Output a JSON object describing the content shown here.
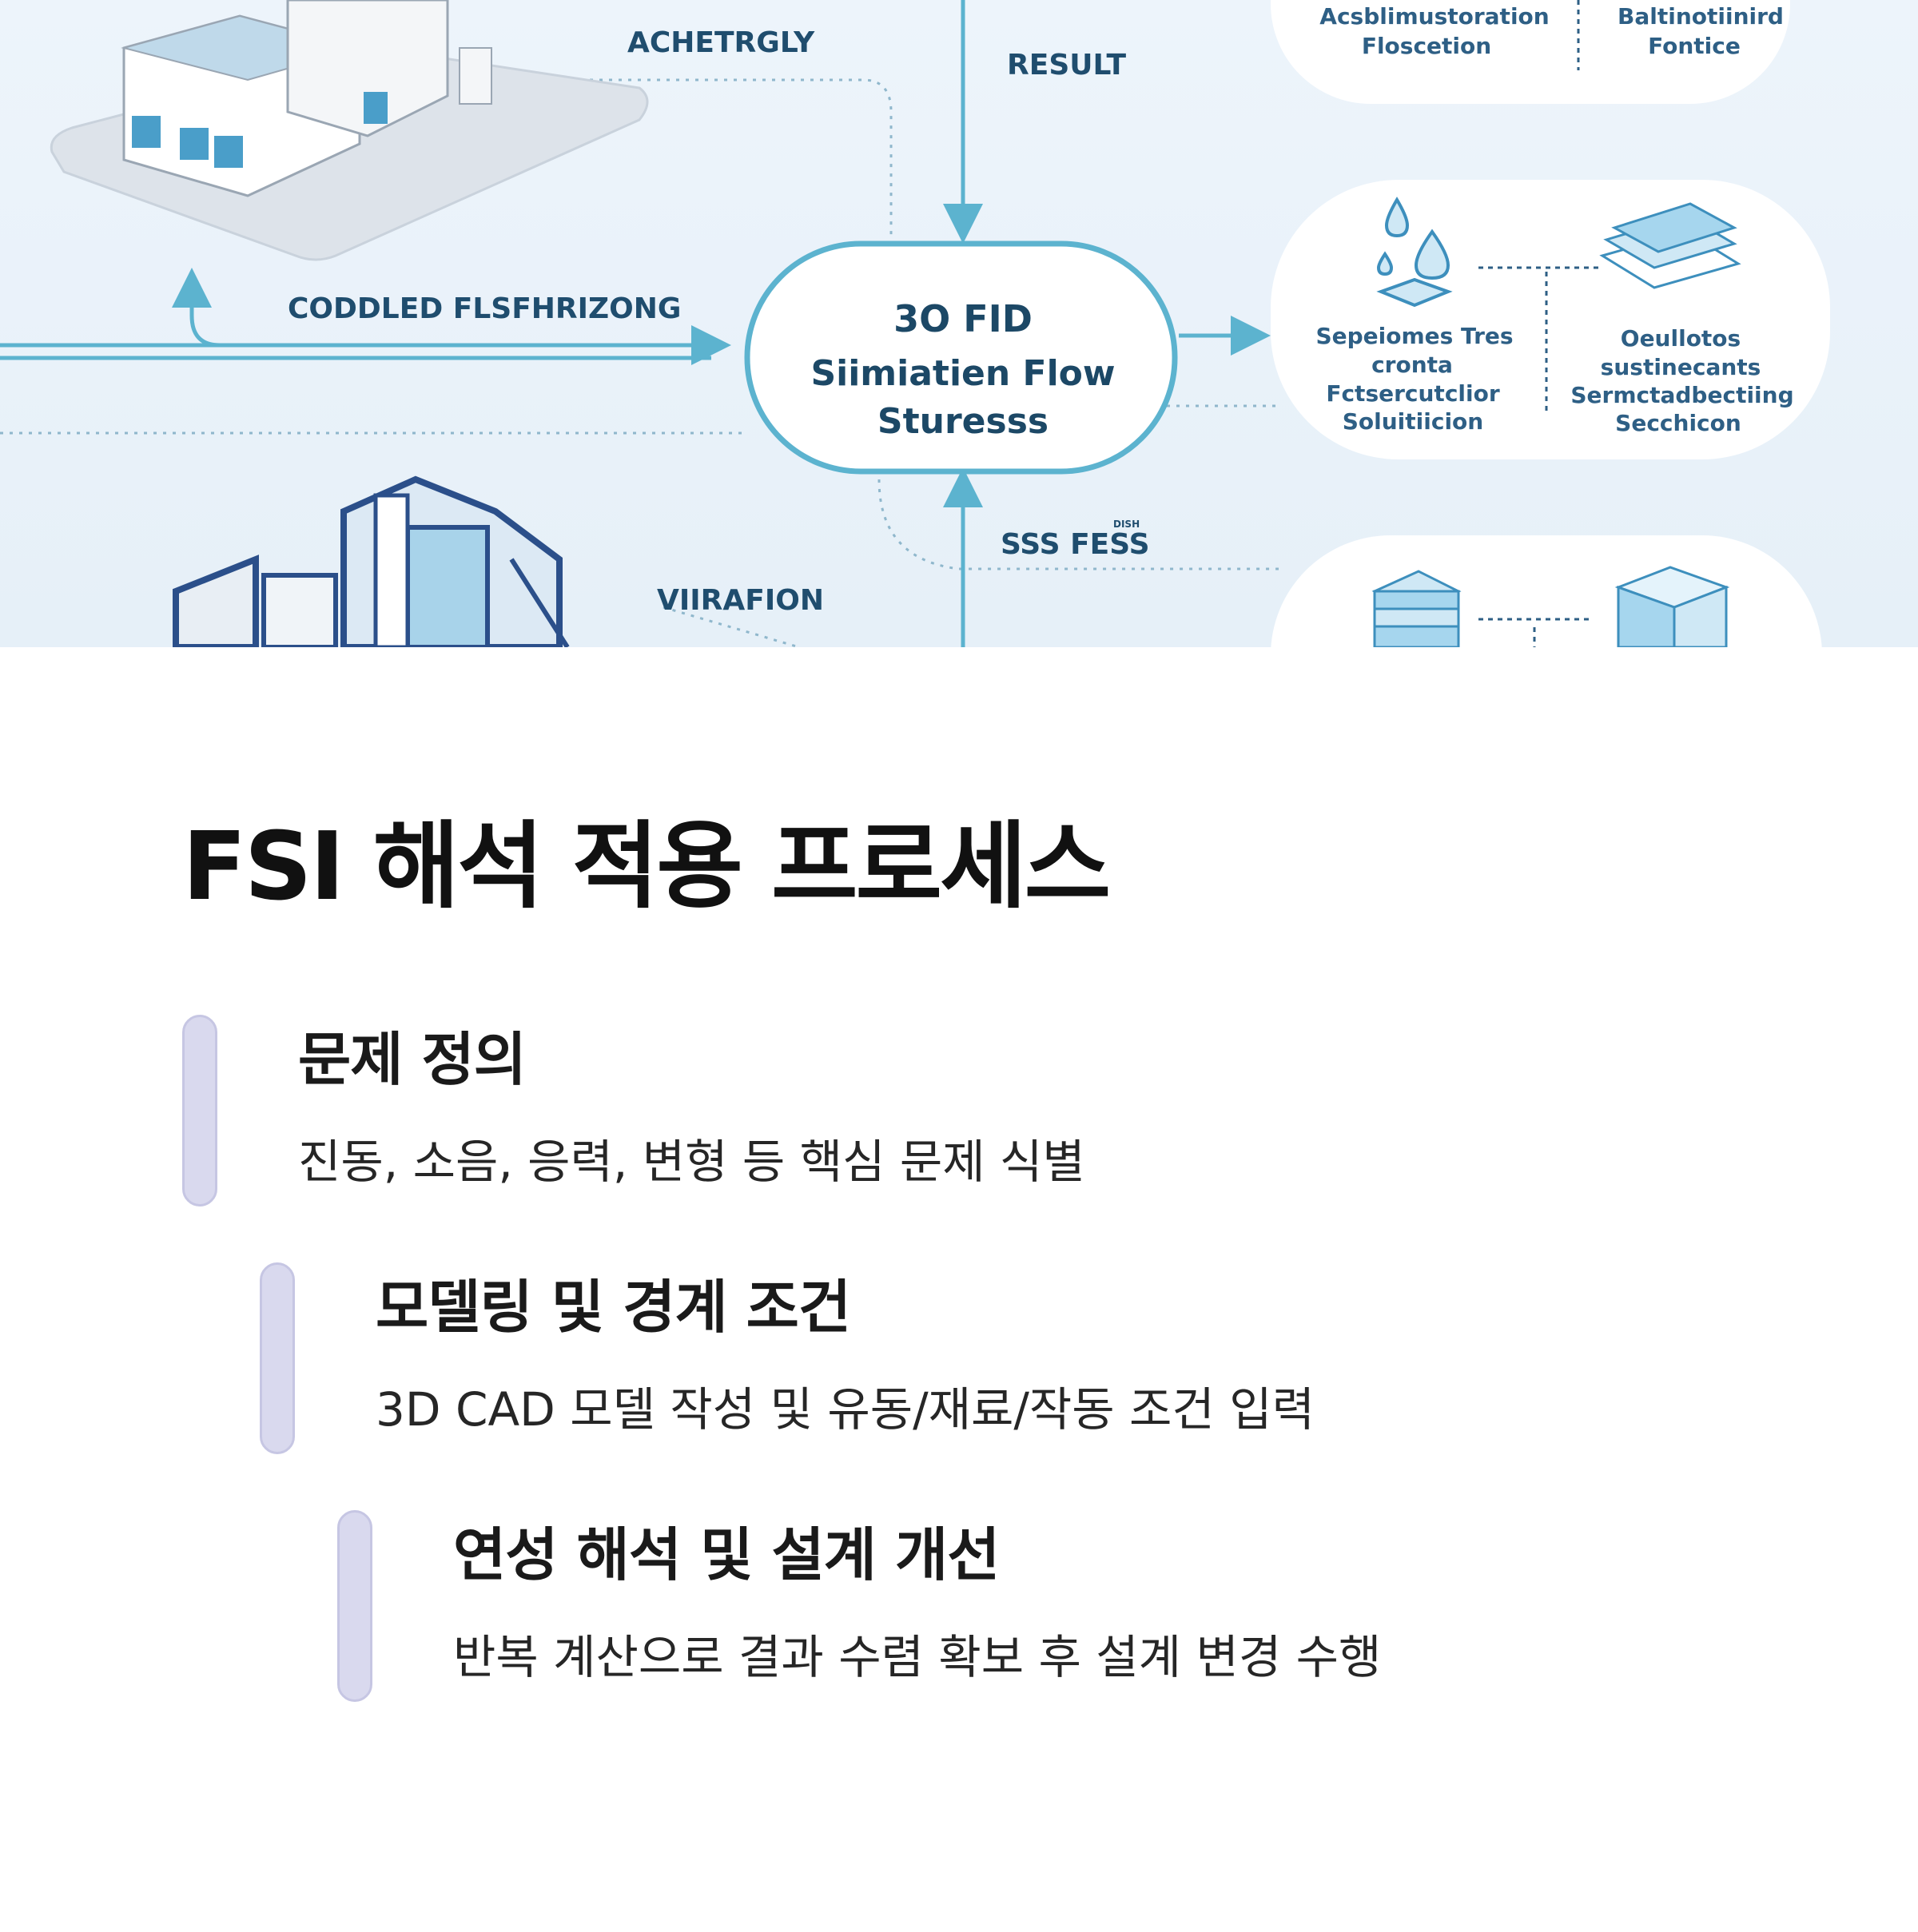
{
  "diagram": {
    "labels": {
      "achetrgly": "ACHETRGLY",
      "result": "RESULT",
      "coddled": "CODDLED FLSFHRIZONG",
      "sss_fess": "SSS FESS",
      "sss_fess_small": "DISH",
      "virafion": "VIIRAFION"
    },
    "center": {
      "line1": "3O FID",
      "line2": "Siimiatien Flow",
      "line3": "Sturesss"
    },
    "cards": {
      "top_left_1": "Acsblimustoration",
      "top_left_2": "Floscetion",
      "top_right_1": "Baltinotiinird",
      "top_right_2": "Fontice",
      "mid_left_1": "Sepeiomes Tres",
      "mid_left_2": "cronta",
      "mid_left_3": "Fctsercutclior",
      "mid_left_4": "Soluitiicion",
      "mid_right_1": "Oeullotos",
      "mid_right_2": "sustinecants",
      "mid_right_3": "Sermctadbectiing",
      "mid_right_4": "Secchicon"
    },
    "colors": {
      "accent": "#5cb3cf",
      "text": "#1f4d6e",
      "bg": "#eaf2f9"
    }
  },
  "page": {
    "title": "FSI 해석 적용 프로세스",
    "steps": [
      {
        "heading": "문제 정의",
        "description": "진동, 소음, 응력, 변형 등 핵심 문제 식별"
      },
      {
        "heading": "모델링 및 경계 조건",
        "description": "3D CAD 모델 작성 및 유동/재료/작동 조건 입력"
      },
      {
        "heading": "연성 해석 및 설계 개선",
        "description": "반복 계산으로 결과 수렴 확보 후 설계 변경 수행"
      }
    ],
    "colors": {
      "bar_fill": "#d9d9ee",
      "bar_border": "#c6c6e3",
      "title": "#111111"
    }
  }
}
